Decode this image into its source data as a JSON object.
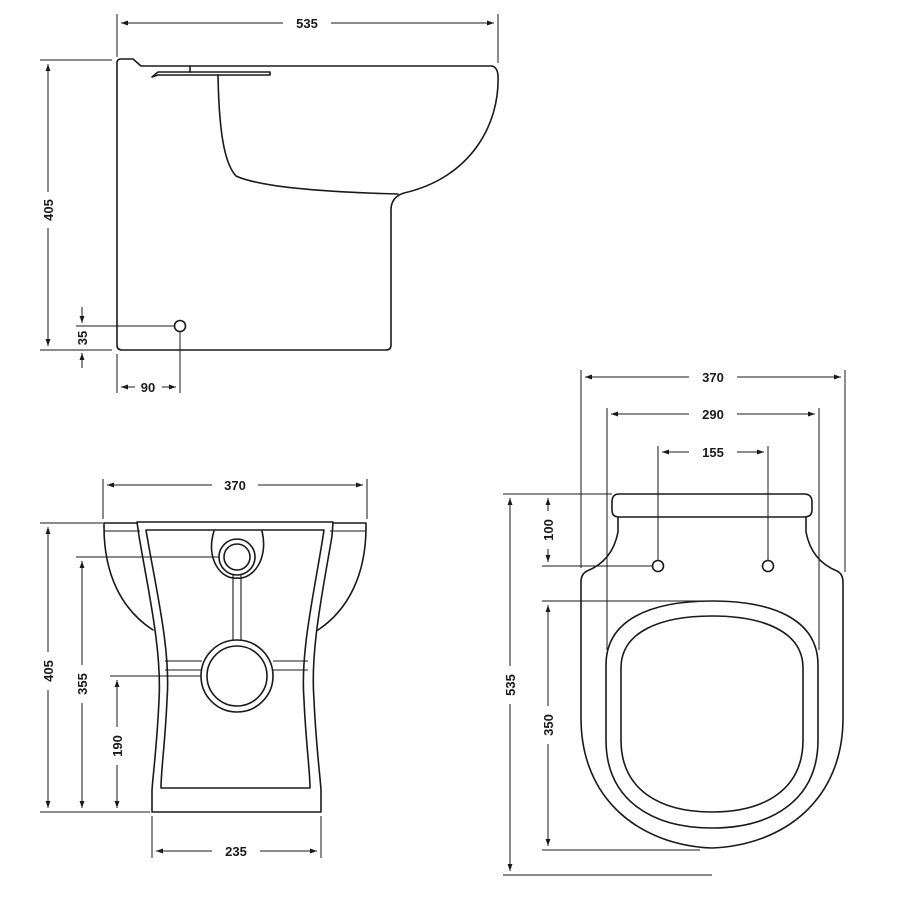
{
  "colors": {
    "stroke": "#1a1a1a",
    "background": "#ffffff"
  },
  "side_view": {
    "width": "535",
    "height": "405",
    "waste_height": "35",
    "waste_offset": "90"
  },
  "rear_view": {
    "width": "370",
    "height": "405",
    "upper_inlet_height": "355",
    "lower_outlet_height": "190",
    "base_width": "235"
  },
  "top_view": {
    "overall_width": "370",
    "seat_width": "290",
    "fixing_hole_spacing": "155",
    "fixing_depth": "100",
    "overall_length": "535",
    "seat_length": "350"
  }
}
